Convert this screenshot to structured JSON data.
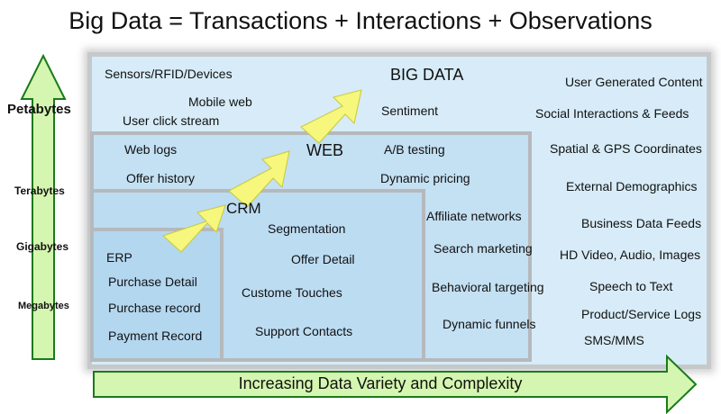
{
  "title": "Big Data = Transactions + Interactions + Observations",
  "y_axis": {
    "labels": [
      "Petabytes",
      "Terabytes",
      "Gigabytes",
      "Megabytes"
    ]
  },
  "x_axis": {
    "label": "Increasing Data Variety and Complexity"
  },
  "colors": {
    "arrow_green": "#d4f6b0",
    "arrow_yellow": "#f6f77c",
    "box_fill": "#d7ecf8"
  },
  "big_data": {
    "label": "BIG DATA",
    "items_left": [
      "Sensors/RFID/Devices",
      "Mobile web",
      "User click stream",
      "Sentiment"
    ],
    "items_right": [
      "User Generated Content",
      "Social Interactions & Feeds",
      "Spatial & GPS Coordinates",
      "External Demographics",
      "Business Data Feeds",
      "HD Video, Audio, Images",
      "Speech to Text",
      "Product/Service Logs",
      "SMS/MMS"
    ]
  },
  "web": {
    "label": "WEB",
    "items": [
      "Web logs",
      "Offer history",
      "A/B testing",
      "Dynamic pricing",
      "Affiliate networks",
      "Search marketing",
      "Behavioral targeting",
      "Dynamic funnels"
    ]
  },
  "crm": {
    "label": "CRM",
    "items": [
      "Segmentation",
      "Offer Detail",
      "Custome Touches",
      "Support Contacts"
    ]
  },
  "erp": {
    "label": "ERP",
    "items": [
      "Purchase Detail",
      "Purchase record",
      "Payment Record"
    ]
  }
}
